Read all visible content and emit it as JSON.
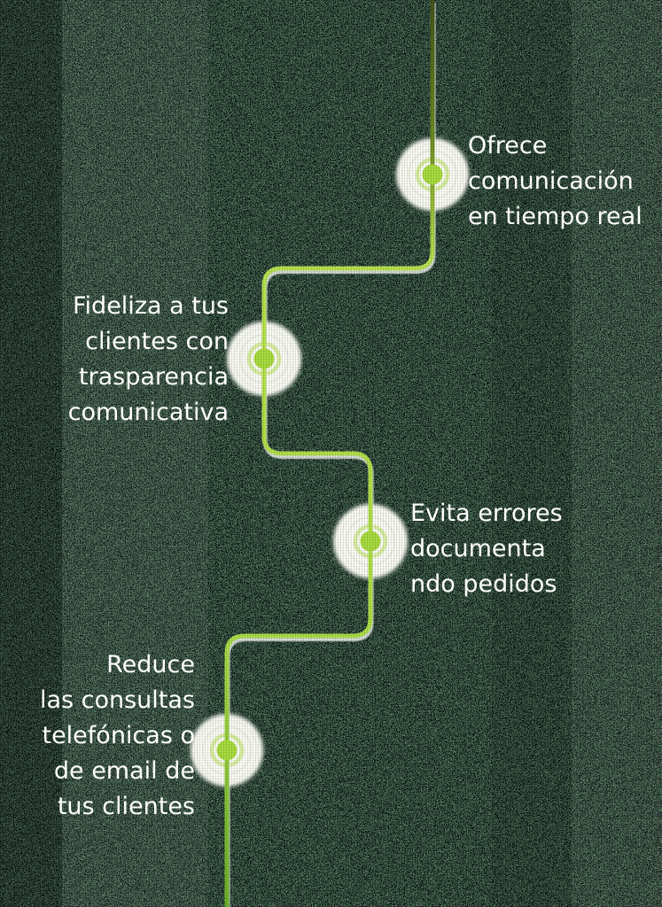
{
  "background": {
    "base_color": "#4d6f55",
    "noise_dark_color": "#060b08",
    "noise_light_color": "#7ea585"
  },
  "timeline": {
    "line_gradient": {
      "top": "#44531a",
      "upper": "#6c8c22",
      "mid": "#b9e352",
      "mid2": "#aede49",
      "lower": "#8cc838",
      "bottom": "#6db32a"
    },
    "line_shadow_color": "#ffffff",
    "node": {
      "blob_color": "#fcfdf6",
      "ripple_color": "#e9f0de",
      "ring_color": "#d9efa3",
      "dot_color": "#a9dd3f"
    }
  },
  "text_color": "#ffffff",
  "steps": [
    {
      "side": "right",
      "lines": [
        "Ofrece",
        "comunicación",
        "en tiempo real"
      ]
    },
    {
      "side": "left",
      "lines": [
        "Fideliza a tus",
        "clientes con",
        "trasparencia",
        "comunicativa"
      ]
    },
    {
      "side": "right",
      "lines": [
        "Evita errores",
        "documenta",
        "ndo pedidos"
      ]
    },
    {
      "side": "left",
      "lines": [
        "Reduce",
        "las consultas",
        "telefónicas o",
        "de email de",
        "tus clientes"
      ]
    }
  ]
}
